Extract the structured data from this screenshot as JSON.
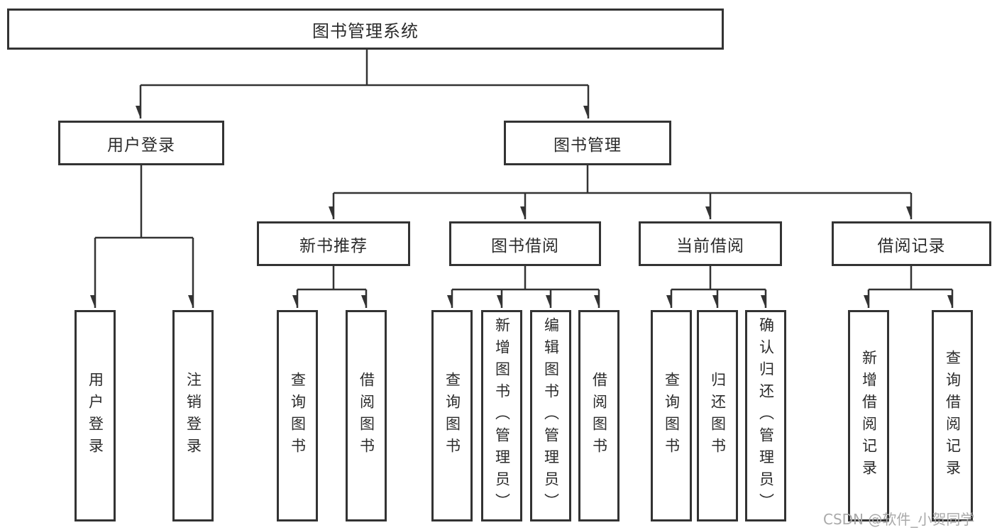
{
  "diagram": {
    "root": {
      "label": "图书管理系统"
    },
    "level2": {
      "user_login": {
        "label": "用户登录"
      },
      "book_mgmt": {
        "label": "图书管理"
      }
    },
    "level3": {
      "new_book_rec": {
        "label": "新书推荐"
      },
      "book_borrow": {
        "label": "图书借阅"
      },
      "current_borrow": {
        "label": "当前借阅"
      },
      "borrow_records": {
        "label": "借阅记录"
      }
    },
    "leaves": {
      "user_login": [
        "用户登录",
        "注销登录"
      ],
      "new_book_rec": [
        "查询图书",
        "借阅图书"
      ],
      "book_borrow": [
        "查询图书",
        "新增图书（管理员）",
        "编辑图书（管理员）",
        "借阅图书"
      ],
      "current_borrow": [
        "查询图书",
        "归还图书",
        "确认归还（管理员）"
      ],
      "borrow_records": [
        "新增借阅记录",
        "查询借阅记录"
      ]
    },
    "colors": {
      "line": "#333333",
      "box_border": "#333333",
      "text": "#2b2b2b",
      "watermark": "#a9a9a9"
    }
  },
  "watermark": {
    "text": "CSDN @软件_小贺同学"
  }
}
